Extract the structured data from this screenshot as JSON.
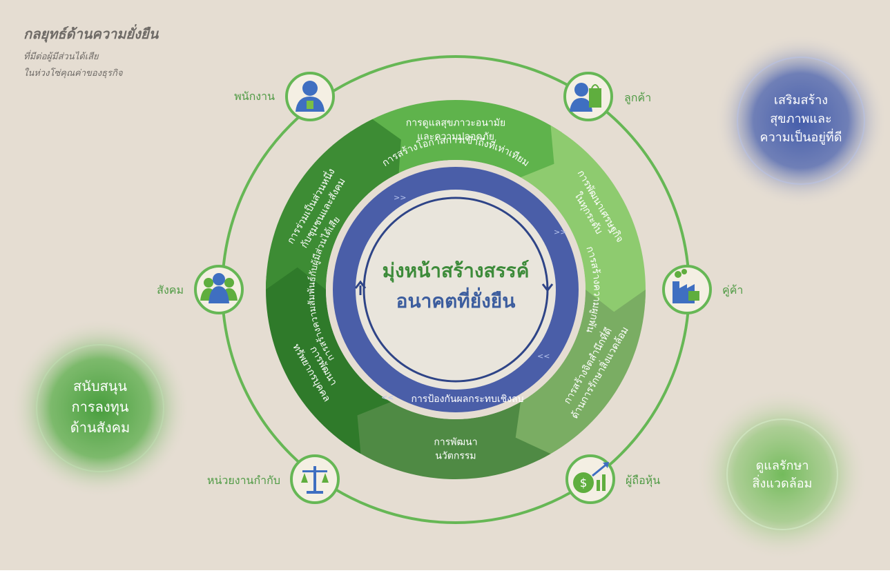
{
  "header": {
    "title": "กลยุทธ์ด้านความยั่งยืน",
    "subtitle_line1": "ที่มีต่อผู้มีส่วนได้เสีย",
    "subtitle_line2": "ในห่วงโซ่คุณค่าของธุรกิจ"
  },
  "center": {
    "line1": "มุ่งหน้าสร้างสรรค์",
    "line2": "อนาคตที่ยั่งยืน"
  },
  "inner_ring": {
    "item1": "การสร้างโอกาสการเข้าถึงที่เท่าเทียม",
    "item2": "การสร้างความผูกพัน",
    "item3": "การป้องกันผลกระทบเชิงลบ",
    "item4": "การสร้างความสัมพันธ์กับผู้มีส่วนได้เสีย"
  },
  "segments": {
    "s1_l1": "การดูแลสุขภาวะอนามัย",
    "s1_l2": "และความปลอดภัย",
    "s2_l1": "การพัฒนาเศรษฐกิจ",
    "s2_l2": "ในทุกระดับ",
    "s3_l1": "การสร้างจิตสำนึกที่ดี",
    "s3_l2": "ด้านการรักษาสิ่งแวดล้อม",
    "s4_l1": "การพัฒนา",
    "s4_l2": "นวัตกรรม",
    "s5_l1": "การพัฒนา",
    "s5_l2": "ทรัพยากรบุคคล",
    "s6_l1": "การร่วมเป็นส่วนหนึ่ง",
    "s6_l2": "กับชุมชนและสังคม"
  },
  "stakeholders": {
    "employee": "พนักงาน",
    "customer": "ลูกค้า",
    "supplier": "คู่ค้า",
    "shareholder": "ผู้ถือหุ้น",
    "regulator": "หน่วยงานกำกับ",
    "society": "สังคม"
  },
  "side_circles": {
    "top_right_l1": "เสริมสร้าง",
    "top_right_l2": "สุขภาพและ",
    "top_right_l3": "ความเป็นอยู่ที่ดี",
    "left_l1": "สนับสนุน",
    "left_l2": "การลงทุน",
    "left_l3": "ด้านสังคม",
    "bottom_right_l1": "ดูแลรักษา",
    "bottom_right_l2": "สิ่งแวดล้อม"
  },
  "colors": {
    "background": "#e5ddd2",
    "green_outline": "#66b755",
    "blue_ring": "#4a5ea8",
    "center_green": "#3d8b3a",
    "center_blue": "#3c5d9e",
    "label_green": "#4f9a44"
  },
  "icons": [
    "employee-icon",
    "shopping-customer-icon",
    "factory-icon",
    "money-growth-icon",
    "justice-scale-icon",
    "people-group-icon"
  ]
}
